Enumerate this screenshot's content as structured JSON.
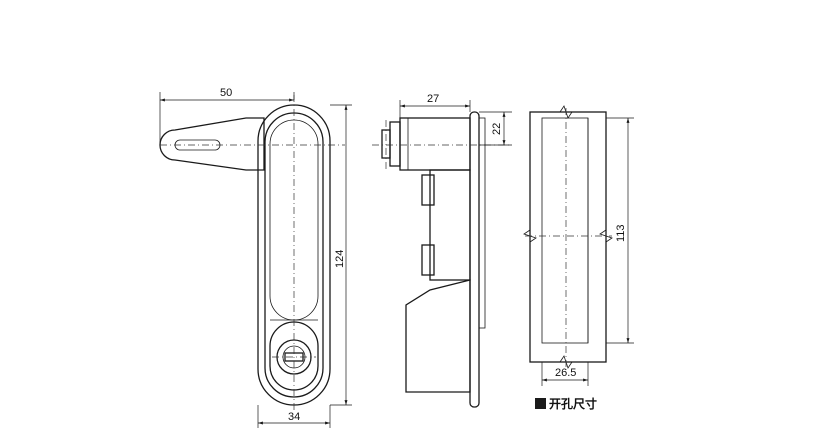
{
  "dimensions": {
    "handle_reach": "50",
    "handle_height": "124",
    "handle_width": "34",
    "body_depth": "27",
    "cam_offset": "22",
    "cutout_height": "113",
    "cutout_width": "26.5"
  },
  "legend": {
    "label": "开孔尺寸",
    "marker_color": "#111111"
  }
}
